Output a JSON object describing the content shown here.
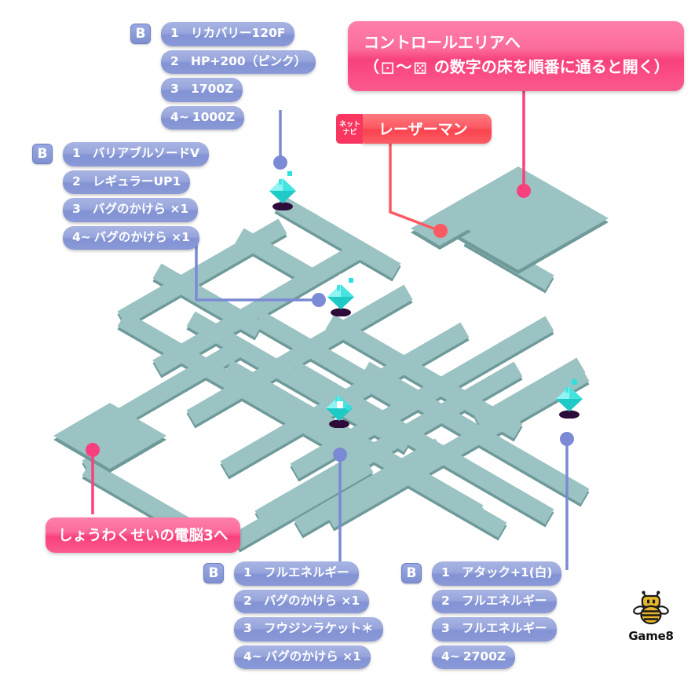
{
  "map": {
    "path_color": "#9cc3c3",
    "path_edge_color": "#6f9a9a",
    "background": "#ffffff",
    "gem_color": "#46e4e0",
    "gem_shadow_color": "#2d0b3a",
    "marker_blue": "#7b8ad4",
    "marker_pink": "#f8417c"
  },
  "callouts": {
    "control_area": {
      "line1": "コントロールエリアへ",
      "line2_prefix": "（",
      "die_start": "⚀",
      "tilde": "～",
      "die_end": "⚄",
      "line2_suffix": " の数字の床を順番に通ると開く）",
      "color": "#f8417c"
    },
    "exit": {
      "label": "しょうわくせいの電脳3へ",
      "color": "#f8417c"
    }
  },
  "navi": {
    "tag_line1": "ネット",
    "tag_line2": "ナビ",
    "name": "レーザーマン",
    "color": "#f9444f"
  },
  "lists": [
    {
      "id": "list-top",
      "badge": "B",
      "items": [
        {
          "num": "1",
          "text": "リカバリー120F"
        },
        {
          "num": "2",
          "text": "HP+200（ピンク）"
        },
        {
          "num": "3",
          "text": "1700Z"
        },
        {
          "num": "4~",
          "text": "1000Z"
        }
      ]
    },
    {
      "id": "list-left",
      "badge": "B",
      "items": [
        {
          "num": "1",
          "text": "バリアブルソードV"
        },
        {
          "num": "2",
          "text": "レギュラーUP1"
        },
        {
          "num": "3",
          "text": "バグのかけら ×1"
        },
        {
          "num": "4~",
          "text": "バグのかけら ×1"
        }
      ]
    },
    {
      "id": "list-bottom-center",
      "badge": "B",
      "items": [
        {
          "num": "1",
          "text": "フルエネルギー"
        },
        {
          "num": "2",
          "text": "バグのかけら ×1"
        },
        {
          "num": "3",
          "text": "フウジンラケット＊"
        },
        {
          "num": "4~",
          "text": "バグのかけら ×1"
        }
      ]
    },
    {
      "id": "list-bottom-right",
      "badge": "B",
      "items": [
        {
          "num": "1",
          "text": "アタック+1(白)"
        },
        {
          "num": "2",
          "text": "フルエネルギー"
        },
        {
          "num": "3",
          "text": "フルエネルギー"
        },
        {
          "num": "4~",
          "text": "2700Z"
        }
      ]
    }
  ],
  "logo": {
    "text": "Game8",
    "bee_body_color": "#e8b62c",
    "bee_outline_color": "#1a1a1a"
  }
}
